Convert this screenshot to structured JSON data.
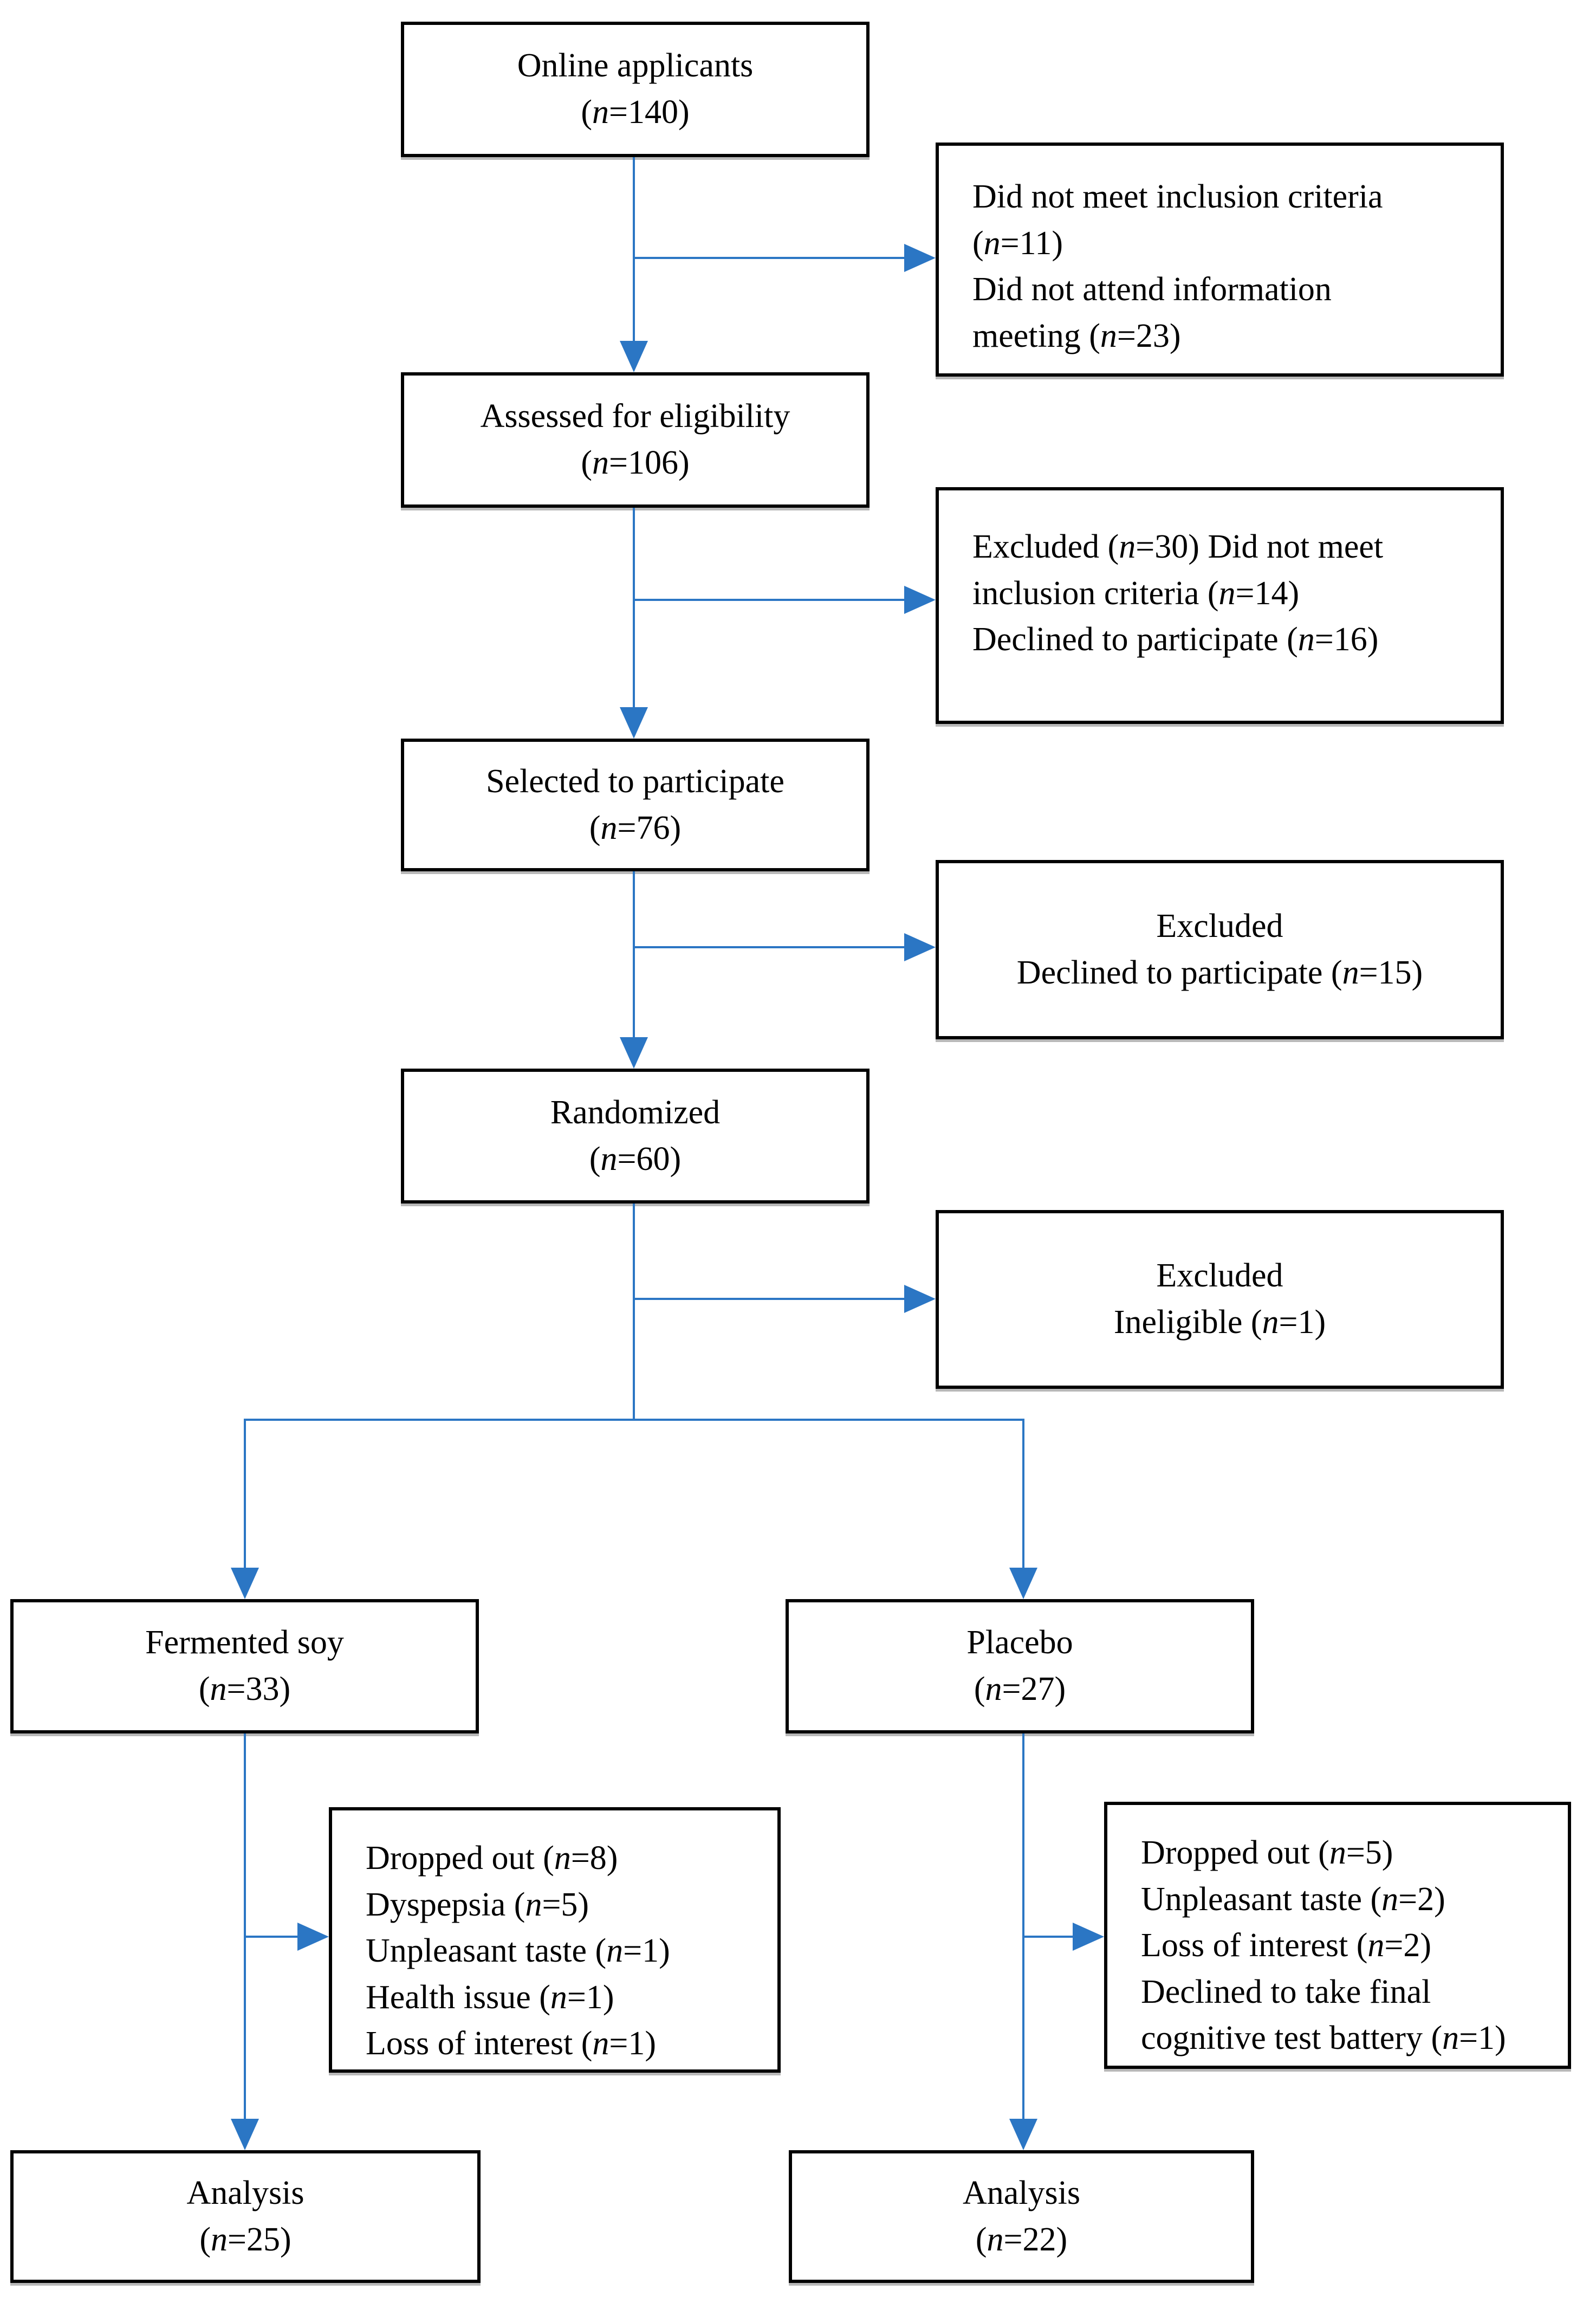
{
  "diagram": {
    "type": "consort-participant-flow",
    "colors": {
      "arrow": "#2B76C4",
      "box_border": "#000000",
      "box_background": "#FFFFFF",
      "text": "#000000",
      "page_background": "#FFFFFF"
    },
    "boxes": {
      "online": {
        "lines": [
          "Online applicants",
          "(n=140)"
        ]
      },
      "not_meet": {
        "lines": [
          "Did not meet inclusion criteria",
          "(n=11)",
          "Did not attend information",
          "meeting (n=23)"
        ]
      },
      "assessed": {
        "lines": [
          "Assessed for eligibility",
          "(n=106)"
        ]
      },
      "excluded30": {
        "lines": [
          "Excluded (n=30) Did not meet",
          "inclusion criteria (n=14)",
          "Declined to participate (n=16)"
        ]
      },
      "selected": {
        "lines": [
          "Selected to participate",
          "(n=76)"
        ]
      },
      "excluded15": {
        "lines": [
          "Excluded",
          "Declined to participate (n=15)"
        ]
      },
      "randomized": {
        "lines": [
          "Randomized",
          "(n=60)"
        ]
      },
      "ineligible": {
        "lines": [
          "Excluded",
          "Ineligible (n=1)"
        ]
      },
      "fermented_soy": {
        "lines": [
          "Fermented soy",
          "(n=33)"
        ]
      },
      "placebo": {
        "lines": [
          "Placebo",
          "(n=27)"
        ]
      },
      "dropout_fermented": {
        "lines": [
          "Dropped out (n=8)",
          "Dyspepsia (n=5)",
          "Unpleasant taste (n=1)",
          "Health issue (n=1)",
          "Loss of interest (n=1)"
        ]
      },
      "dropout_placebo": {
        "lines": [
          "Dropped out (n=5)",
          "Unpleasant taste (n=2)",
          "Loss of interest (n=2)",
          "Declined to take final",
          "cognitive test battery (n=1)"
        ]
      },
      "analysis_fermented": {
        "lines": [
          "Analysis",
          "(n=25)"
        ]
      },
      "analysis_placebo": {
        "lines": [
          "Analysis",
          "(n=22)"
        ]
      }
    }
  }
}
